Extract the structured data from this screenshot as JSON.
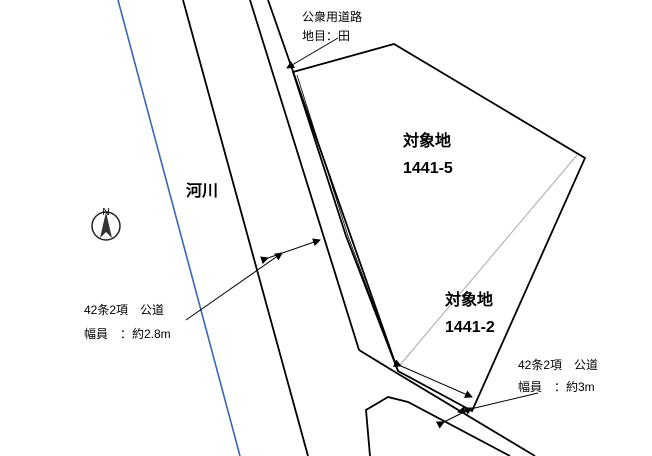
{
  "labels": {
    "public_road": "公衆用道路",
    "land_category": "地目：田",
    "river": "河川",
    "target_1": "対象地",
    "lot_1": "1441-5",
    "target_2": "対象地",
    "lot_2": "1441-2",
    "compass": "N",
    "road_left_line1": "42条2項　公道",
    "road_left_line2": "幅員　：約2.8m",
    "road_right_line1": "42条2項　公道",
    "road_right_line2": "幅員　：約3m"
  },
  "colors": {
    "river_line": "#3a66b5",
    "outline": "#000000",
    "divider": "#aaaaaa"
  }
}
